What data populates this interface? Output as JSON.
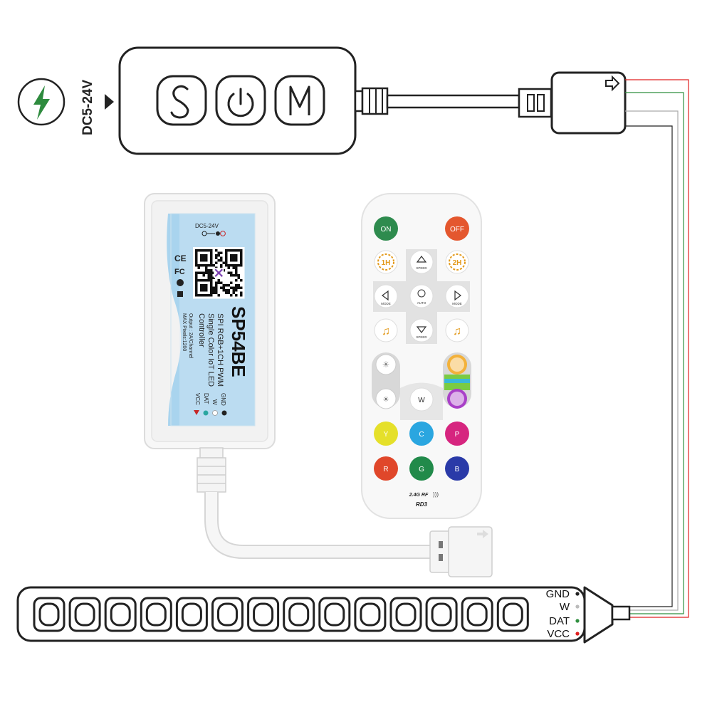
{
  "power": {
    "voltage_label": "DC5-24V"
  },
  "control_box": {
    "buttons": [
      {
        "name": "speed-s-button",
        "glyph": "S"
      },
      {
        "name": "power-button",
        "glyph": "power"
      },
      {
        "name": "mode-m-button",
        "glyph": "M"
      }
    ]
  },
  "controller": {
    "voltage_label": "DC5-24V",
    "model": "SP54BE",
    "description_line1": "SPI RGB+1CH PWM",
    "description_line2": "Single Color IoT LED",
    "description_line3": "Controller",
    "output_line1": "Output : 2A/Channel",
    "output_line2": "MAX Pixels:1200",
    "pins": [
      "GND",
      "W",
      "DAT",
      "VCC"
    ]
  },
  "remote": {
    "on_label": "ON",
    "off_label": "OFF",
    "timer_1h": "1H",
    "timer_2h": "2H",
    "speed_label": "SPEED",
    "mode_label": "MODE",
    "auto_label": "AUTO",
    "w_label": "W",
    "color_keys": [
      "Y",
      "C",
      "P",
      "R",
      "G",
      "B"
    ],
    "rf_label": "2.4G RF",
    "model_label": "RD3",
    "colors": {
      "on": "#2e8b4e",
      "off": "#e4572e",
      "timer": "#e39a1c",
      "Y": "#e5e02a",
      "C": "#2aa6e0",
      "P": "#d6257f",
      "R": "#e0472a",
      "G": "#218a4a",
      "B": "#2a3aa8"
    }
  },
  "strip": {
    "pins": [
      "GND",
      "W",
      "DAT",
      "VCC"
    ],
    "pin_colors": [
      "#222222",
      "#bbbbbb",
      "#2f8f3f",
      "#e02020"
    ],
    "led_count": 14
  }
}
